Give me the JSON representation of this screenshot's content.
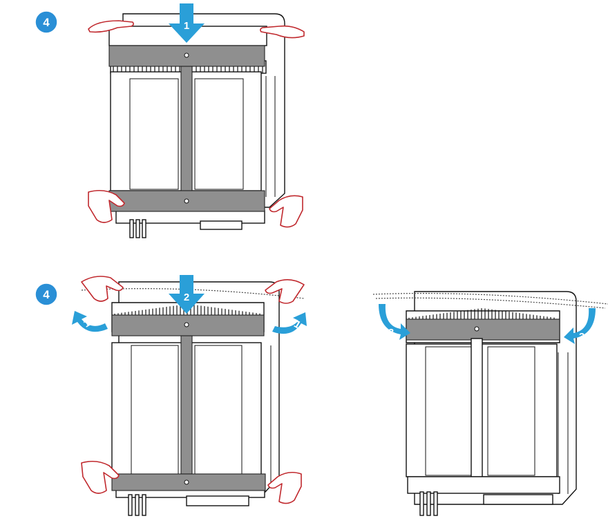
{
  "steps": {
    "top_badge": "4",
    "bottom_badge": "4"
  },
  "panel_a": {
    "arrow_number": "1"
  },
  "panel_b": {
    "arrow_down_number": "2",
    "side_arrow_left": "1",
    "side_arrow_right": "1"
  },
  "panel_c": {
    "side_arrow_left": "3",
    "side_arrow_right": "3"
  },
  "colors": {
    "accent_blue": "#2a9fd8",
    "badge_blue": "#2a8fd6",
    "hand_outline": "#c0282d",
    "bar_gray": "#8f8f8f"
  }
}
